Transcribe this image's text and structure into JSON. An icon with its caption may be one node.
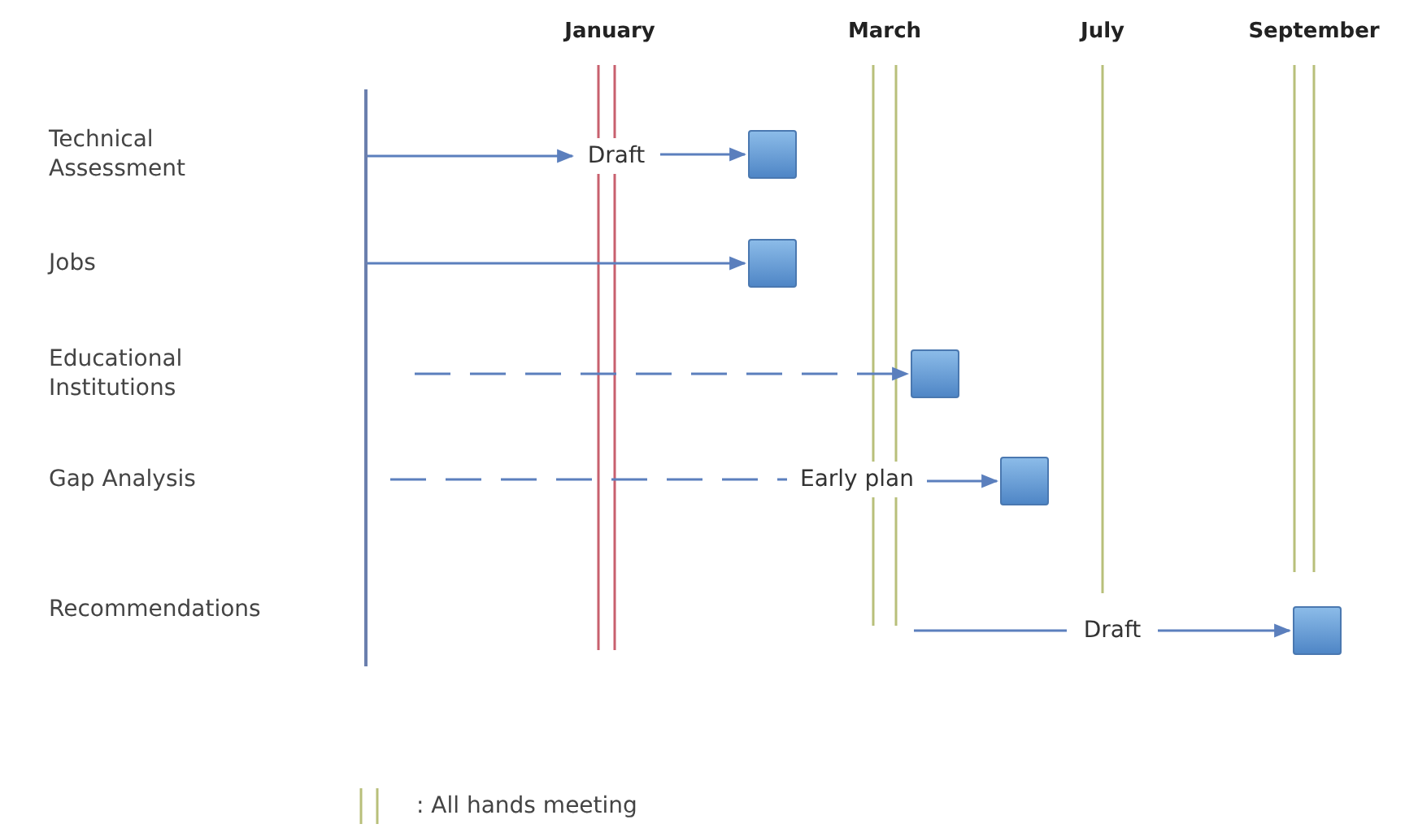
{
  "diagram": {
    "nodes": [
      {
        "text": [
          "Draft"
        ]
      },
      {
        "text": [],
        "shape": "box"
      },
      {
        "text": [],
        "shape": "box"
      },
      {
        "text": [],
        "shape": "box"
      },
      {
        "text": [
          "Early plan"
        ]
      },
      {
        "text": [],
        "shape": "box"
      },
      {
        "text": [
          "Draft"
        ]
      },
      {
        "text": [],
        "shape": "box"
      }
    ],
    "edges": [
      {
        "from": null,
        "to": 0,
        "arrow": "to"
      },
      {
        "from": 0,
        "to": 1,
        "arrow": "to"
      },
      {
        "from": null,
        "to": 2,
        "arrow": "to"
      },
      {
        "from": null,
        "to": 3,
        "arrow": "to",
        "style": "dashed"
      },
      {
        "from": null,
        "to": 4,
        "arrow": "none",
        "style": "dashed"
      },
      {
        "from": 4,
        "to": 5,
        "arrow": "to"
      },
      {
        "from": null,
        "to": 6,
        "arrow": "none"
      },
      {
        "from": 6,
        "to": 7,
        "arrow": "to"
      }
    ],
    "labels": [
      "January",
      "March",
      "July",
      "September",
      "Technical Assessment",
      "Jobs",
      "Educational Institutions",
      "Gap Analysis",
      "Recommendations"
    ],
    "legend": [
      {
        "text": ": All hands meeting"
      }
    ]
  }
}
